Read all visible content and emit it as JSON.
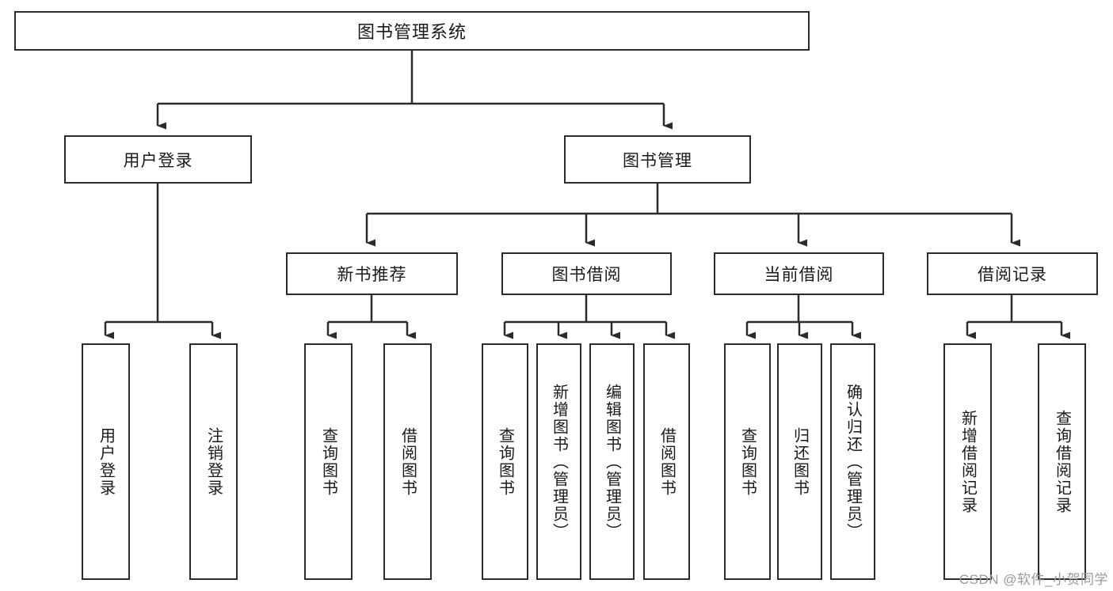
{
  "diagram": {
    "title": "图书管理系统",
    "type": "tree",
    "watermark": "CSDN @软件_小贺同学",
    "colors": {
      "stroke": "#2b2b2b",
      "fill": "#ffffff",
      "text": "#1a1a1a",
      "watermark": "#9a9a9a"
    },
    "levels": {
      "root": {
        "label": "图书管理系统"
      },
      "level2": [
        {
          "label": "用户登录"
        },
        {
          "label": "图书管理"
        }
      ],
      "level3": [
        {
          "label": "新书推荐"
        },
        {
          "label": "图书借阅"
        },
        {
          "label": "当前借阅"
        },
        {
          "label": "借阅记录"
        }
      ],
      "leaves": {
        "user_login": [
          {
            "label": "用户登录"
          },
          {
            "label": "注销登录"
          }
        ],
        "new_book": [
          {
            "label": "查询图书"
          },
          {
            "label": "借阅图书"
          }
        ],
        "book_borrow": [
          {
            "label": "查询图书"
          },
          {
            "label": "新增图书（管理员）"
          },
          {
            "label": "编辑图书（管理员）"
          },
          {
            "label": "借阅图书"
          }
        ],
        "current_borrow": [
          {
            "label": "查询图书"
          },
          {
            "label": "归还图书"
          },
          {
            "label": "确认归还（管理员）"
          }
        ],
        "borrow_record": [
          {
            "label": "新增借阅记录"
          },
          {
            "label": "查询借阅记录"
          }
        ]
      }
    }
  }
}
